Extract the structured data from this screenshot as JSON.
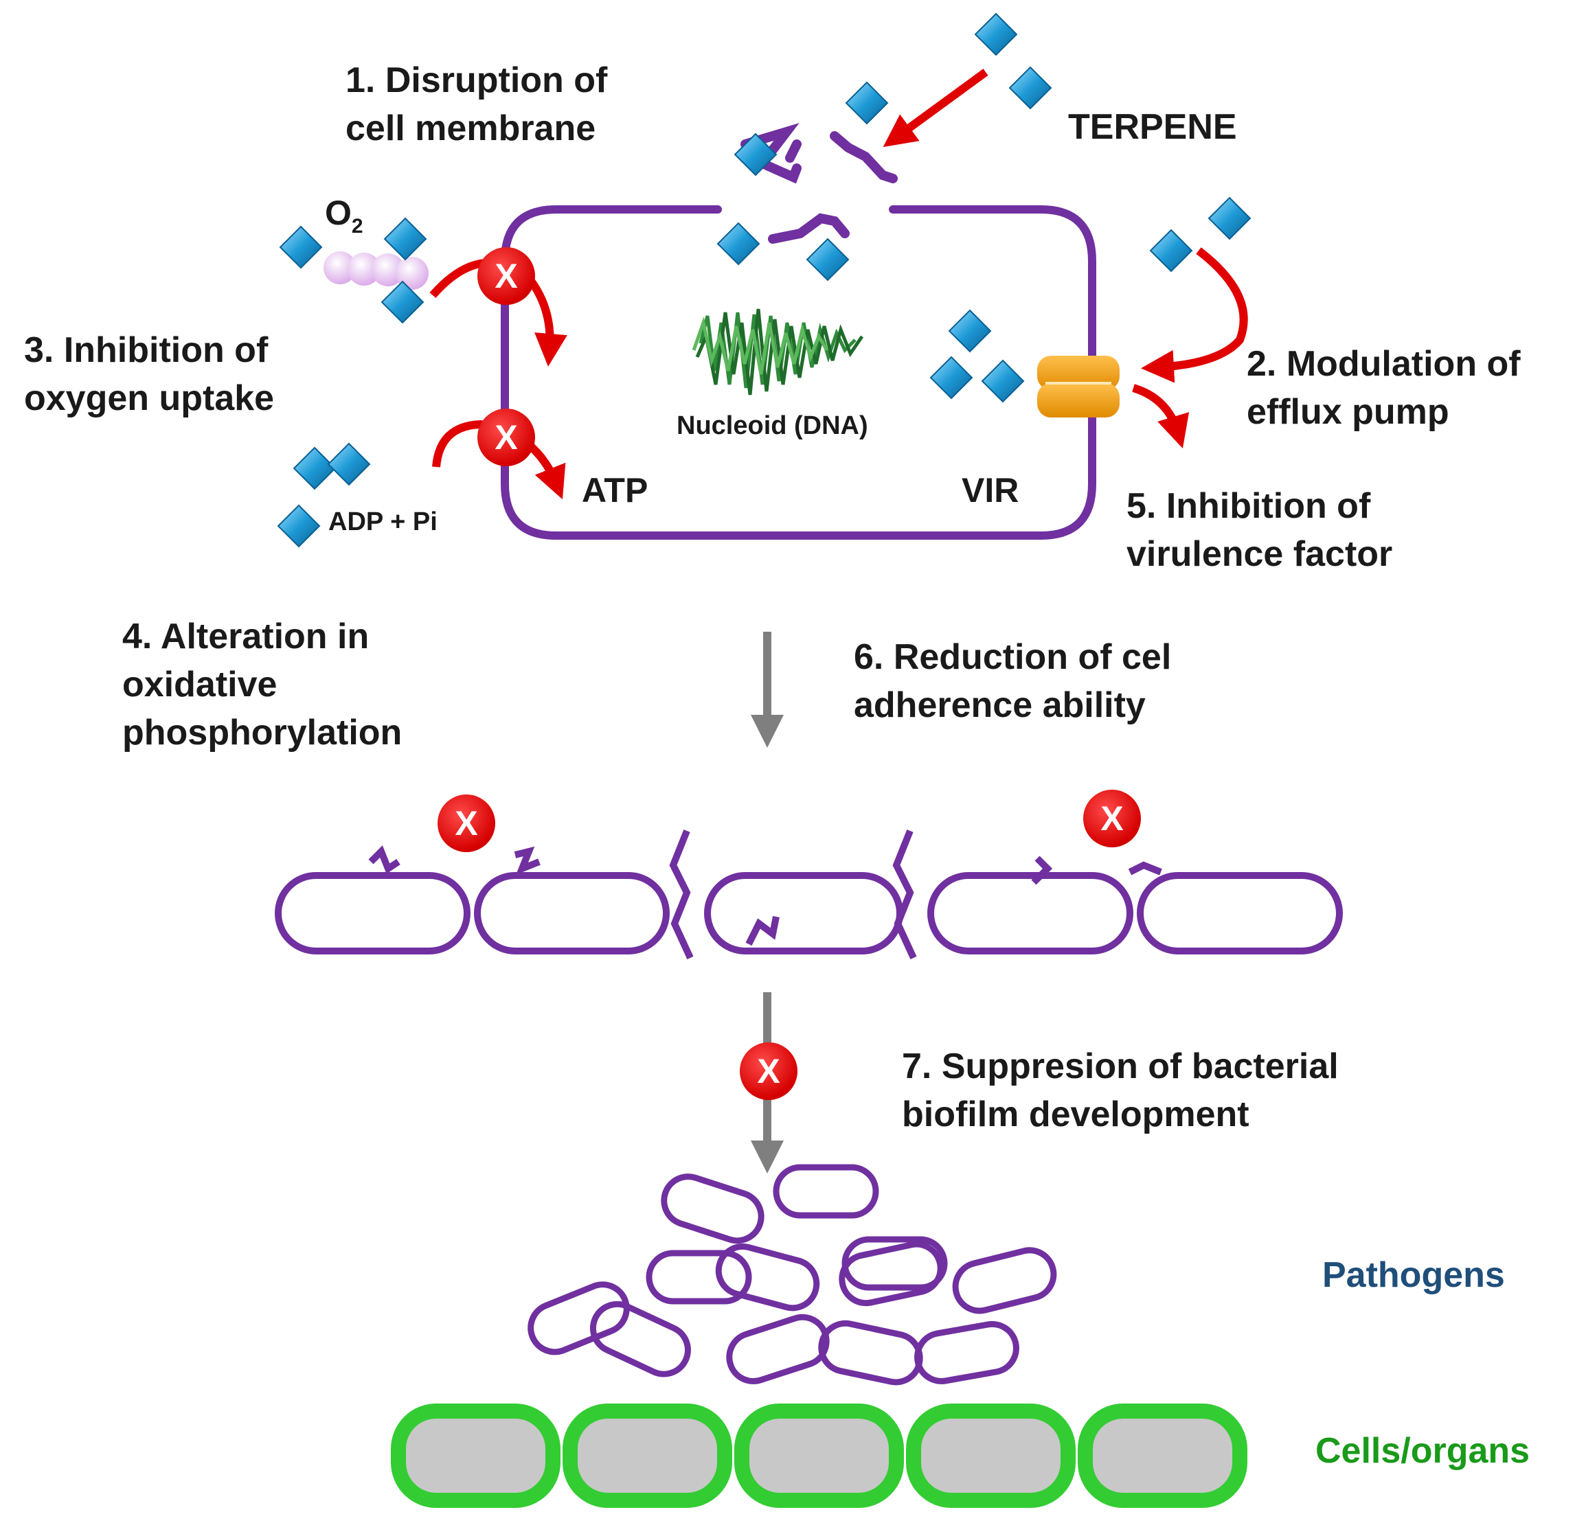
{
  "steps": {
    "s1": [
      "1.  Disruption of",
      "cell membrane"
    ],
    "s2": [
      "2. Modulation of",
      "efflux pump"
    ],
    "s3": [
      "3. Inhibition of",
      "oxygen uptake"
    ],
    "s4": [
      "4. Alteration in",
      "oxidative",
      "phosphorylation"
    ],
    "s5": [
      "5. Inhibition of",
      "virulence factor"
    ],
    "s6": [
      "6. Reduction of cel",
      "adherence ability"
    ],
    "s7": [
      "7. Suppresion of bacterial",
      "biofilm development"
    ]
  },
  "labels": {
    "terpene": "TERPENE",
    "oxygen": "O",
    "oxygen_sub": "2",
    "adp": "ADP + Pi",
    "atp": "ATP",
    "vir": "VIR",
    "nucleoid": "Nucleoid (DNA)",
    "pathogens": "Pathogens",
    "cells": "Cells/organs",
    "x": "X"
  },
  "colors": {
    "membrane": "#7030a0",
    "terpene": "#1e9ad6",
    "arrow_red": "#e00000",
    "arrow_gray": "#7f7f7f",
    "pump": "#f39c12",
    "dna": "#2e8b3a",
    "pathogens_text": "#1f4e79",
    "cells_text": "#1a9a1a",
    "cell_fill": "#c8c8c8",
    "cell_border": "#33cc33"
  }
}
